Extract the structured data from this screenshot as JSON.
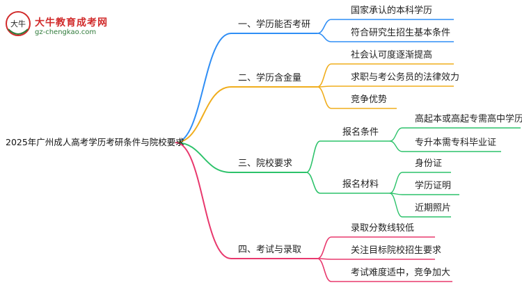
{
  "brand": {
    "logo_text": "大牛",
    "name": "大牛教育成考网",
    "url": "gz-chengkao.com"
  },
  "root": {
    "label": "2025年广州成人高考学历考研条件与院校要求"
  },
  "branches": [
    {
      "label": "一、学历能否考研",
      "color": "#2f8ef5",
      "children": [
        {
          "label": "国家承认的本科学历"
        },
        {
          "label": "符合研究生招生基本条件"
        }
      ]
    },
    {
      "label": "二、学历含金量",
      "color": "#f0ad1c",
      "children": [
        {
          "label": "社会认可度逐渐提高"
        },
        {
          "label": "求职与考公务员的法律效力"
        },
        {
          "label": "竞争优势"
        }
      ]
    },
    {
      "label": "三、院校要求",
      "color": "#2cc26a",
      "children": [
        {
          "label": "报名条件",
          "children": [
            {
              "label": "高起本或高起专需高中学历"
            },
            {
              "label": "专升本需专科毕业证"
            }
          ]
        },
        {
          "label": "报名材料",
          "children": [
            {
              "label": "身份证"
            },
            {
              "label": "学历证明"
            },
            {
              "label": "近期照片"
            }
          ]
        }
      ]
    },
    {
      "label": "四、考试与录取",
      "color": "#e8386d",
      "children": [
        {
          "label": "录取分数线较低"
        },
        {
          "label": "关注目标院校招生要求"
        },
        {
          "label": "考试难度适中，竞争加大"
        }
      ]
    }
  ]
}
